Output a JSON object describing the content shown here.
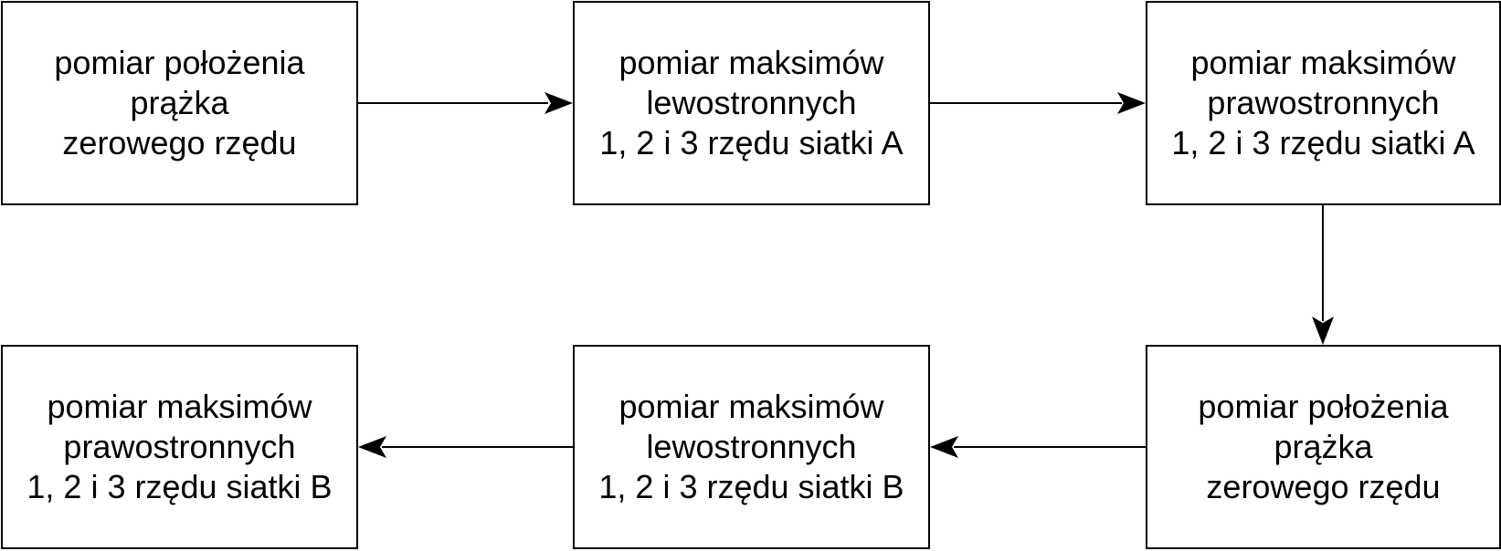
{
  "diagram": {
    "boxes": [
      {
        "id": "zero-order-A",
        "lines": [
          "pomiar położenia",
          "prążka",
          "zerowego rzędu"
        ]
      },
      {
        "id": "left-maxima-A",
        "lines": [
          "pomiar maksimów",
          "lewostronnych",
          "1, 2 i 3 rzędu siatki A"
        ]
      },
      {
        "id": "right-maxima-A",
        "lines": [
          "pomiar maksimów",
          "prawostronnych",
          "1, 2 i 3 rzędu siatki A"
        ]
      },
      {
        "id": "zero-order-B",
        "lines": [
          "pomiar położenia",
          "prążka",
          "zerowego rzędu"
        ]
      },
      {
        "id": "left-maxima-B",
        "lines": [
          "pomiar maksimów",
          "lewostronnych",
          "1, 2 i 3 rzędu siatki B"
        ]
      },
      {
        "id": "right-maxima-B",
        "lines": [
          "pomiar maksimów",
          "prawostronnych",
          "1, 2 i 3 rzędu siatki B"
        ]
      }
    ],
    "edges": [
      {
        "from": "zero-order-A",
        "to": "left-maxima-A"
      },
      {
        "from": "left-maxima-A",
        "to": "right-maxima-A"
      },
      {
        "from": "right-maxima-A",
        "to": "zero-order-B"
      },
      {
        "from": "zero-order-B",
        "to": "left-maxima-B"
      },
      {
        "from": "left-maxima-B",
        "to": "right-maxima-B"
      }
    ],
    "colors": {
      "stroke": "#000000",
      "fill": "#ffffff",
      "text": "#000000"
    }
  }
}
